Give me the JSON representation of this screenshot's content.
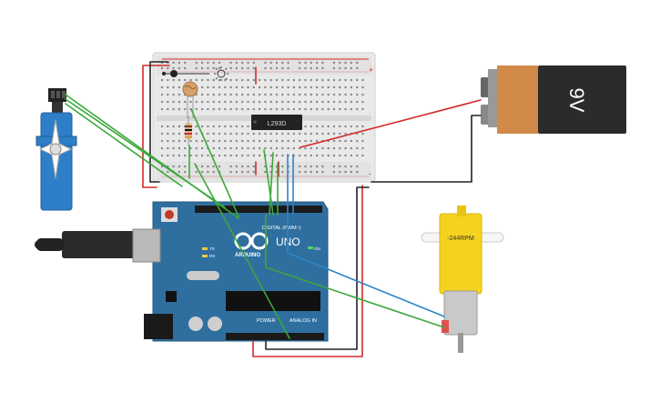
{
  "components": {
    "battery": {
      "label": "9V",
      "body_color": "#2b2b2b",
      "band_color": "#d28a48"
    },
    "arduino": {
      "brand": "ARDUINO",
      "model": "UNO",
      "digital_label": "DIGITAL (PWM~)",
      "power_label": "POWER",
      "analog_label": "ANALOG IN",
      "tx_label": "TX",
      "rx_label": "RX",
      "on_label": "ON",
      "board_color": "#2f6f9f"
    },
    "driver_ic": {
      "label": "L293D"
    },
    "motor": {
      "rpm_label": "-244RPM",
      "body_color": "#f4d21f"
    },
    "breadboard": {
      "plus_label": "+",
      "minus_label": "-"
    }
  },
  "wire_colors": {
    "red": "#d42a2a",
    "black": "#222222",
    "green": "#3aa83a",
    "blue": "#2e86c8"
  }
}
